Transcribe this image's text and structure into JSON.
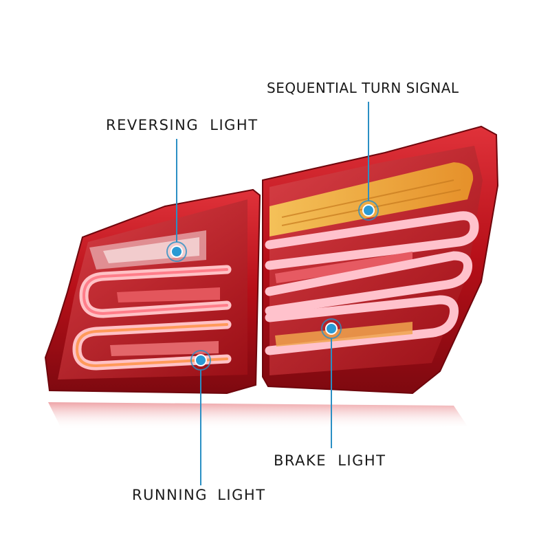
{
  "callouts": {
    "sequential_turn_signal": "SEQUENTIAL TURN SIGNAL",
    "reversing_light": "REVERSING  LIGHT",
    "brake_light": "BRAKE  LIGHT",
    "running_light": "RUNNING  LIGHT"
  },
  "colors": {
    "callout_line": "#2a8fc4",
    "housing_red": "#c2121c",
    "lens_dark_red": "#8e0a12",
    "amber_led": "#f2b134",
    "light_bar": "#ffb3b8"
  }
}
